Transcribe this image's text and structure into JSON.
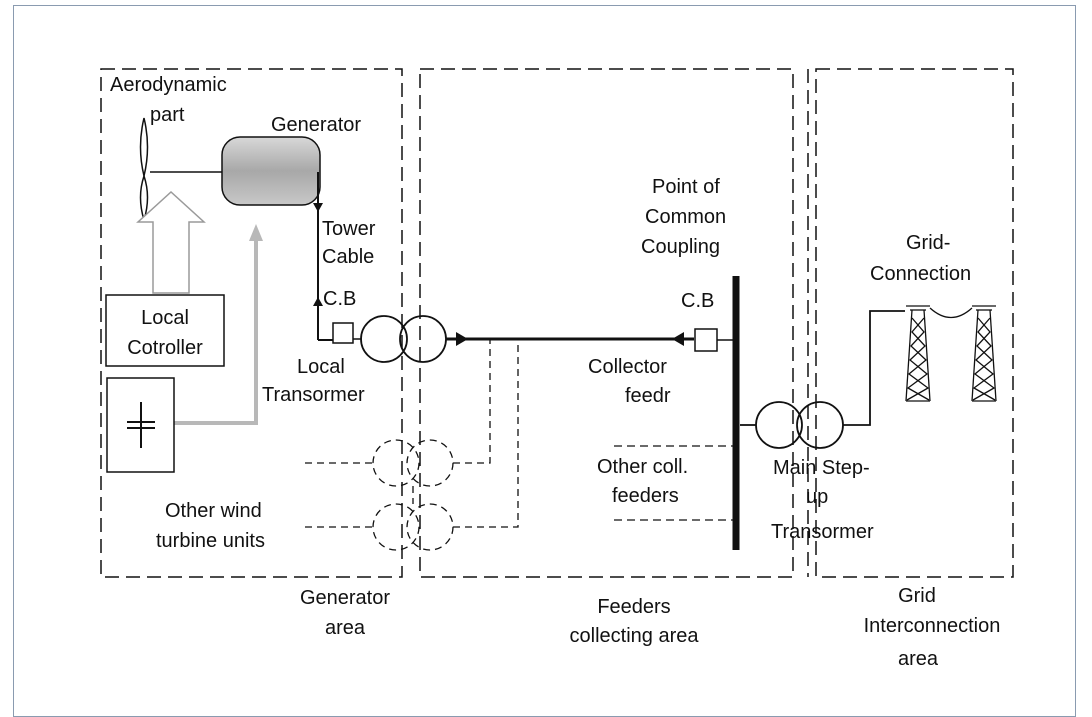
{
  "labels": {
    "aero_1": "Aerodynamic",
    "aero_2": "part",
    "generator": "Generator",
    "tower_1": "Tower",
    "tower_2": "Cable",
    "cb_left": "C.B",
    "cb_right": "C.B",
    "local_ctrl_1": "Local",
    "local_ctrl_2": "Cotroller",
    "local_tr_1": "Local",
    "local_tr_2": "Transormer",
    "other_wt_1": "Other wind",
    "other_wt_2": "turbine units",
    "pcc_1": "Point of",
    "pcc_2": "Common",
    "pcc_3": "Coupling",
    "collector_1": "Collector",
    "collector_2": "feedr",
    "other_coll_1": "Other coll.",
    "other_coll_2": "feeders",
    "grid_conn_1": "Grid-",
    "grid_conn_2": "Connection",
    "main_step_1": "Main Step-",
    "main_step_2": "up",
    "main_step_3": "Transormer",
    "gen_area_1": "Generator",
    "gen_area_2": "area",
    "feeders_area_1": "Feeders",
    "feeders_area_2": "collecting area",
    "grid_area_1": "Grid",
    "grid_area_2": "Interconnection",
    "grid_area_3": "area"
  },
  "colors": {
    "line": "#111111",
    "arrow_gray": "#b8b8b8",
    "generator_fill": "#b0b0b0",
    "frame": "#8a9bb0"
  }
}
